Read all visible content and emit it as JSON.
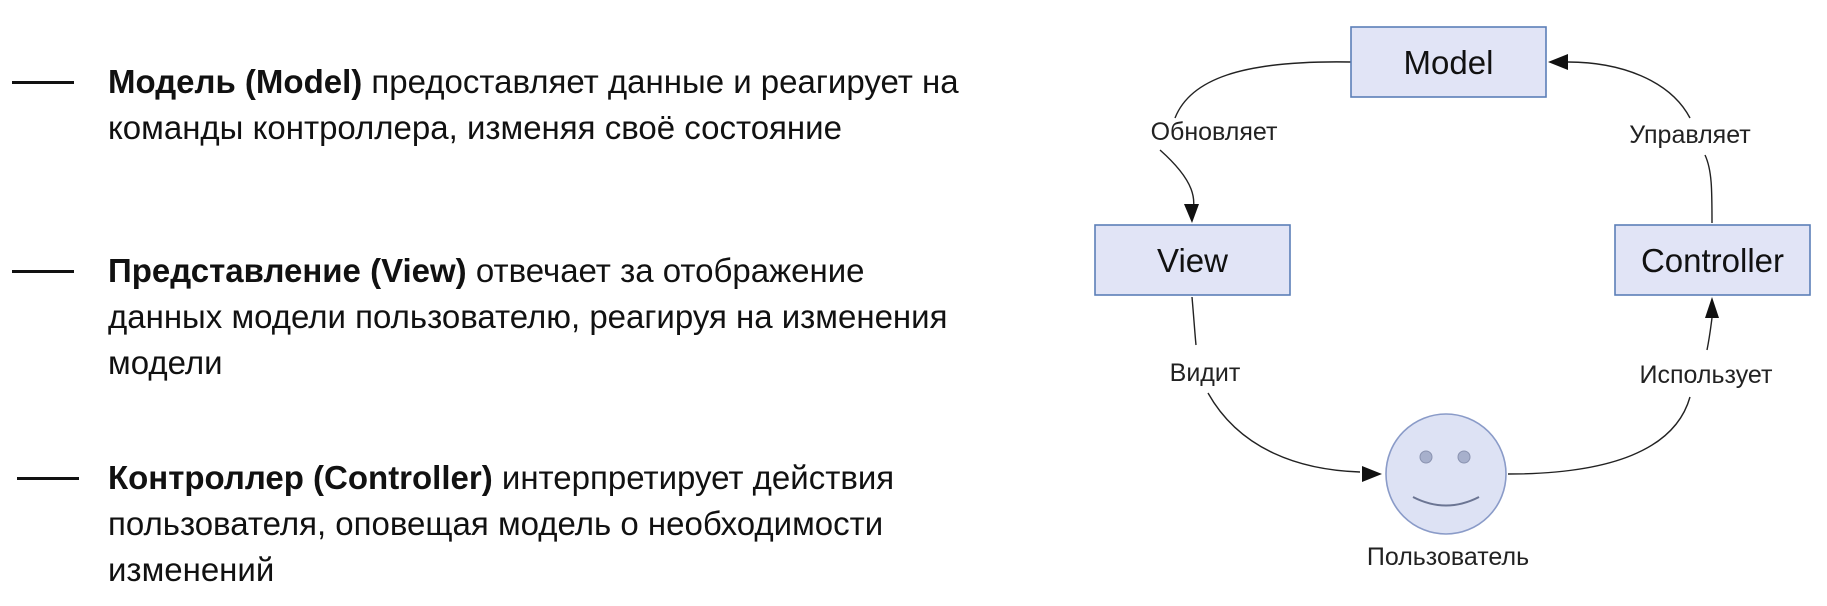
{
  "bullets": [
    {
      "bold": "Модель (Model)",
      "text": " предоставляет данные и реагирует на",
      "text2": "команды контроллера, изменяя своё состояние",
      "text3": ""
    },
    {
      "bold": "Представление (View)",
      "text": " отвечает за отображение",
      "text2": "данных модели пользователю, реагируя на изменения",
      "text3": "модели"
    },
    {
      "bold": "Контроллер (Controller)",
      "text": " интерпретирует действия",
      "text2": "пользователя, оповещая модель о необходимости",
      "text3": "изменений"
    }
  ],
  "diagram": {
    "nodes": {
      "model": "Model",
      "view": "View",
      "controller": "Controller",
      "user": "Пользователь"
    },
    "edges": {
      "model_to_view": "Обновляет",
      "controller_to_model": "Управляет",
      "view_to_user": "Видит",
      "user_to_controller": "Использует"
    },
    "colors": {
      "box_fill": "#e1e4f6",
      "box_stroke": "#5b7fb8",
      "face_fill": "#dde2f4"
    }
  }
}
